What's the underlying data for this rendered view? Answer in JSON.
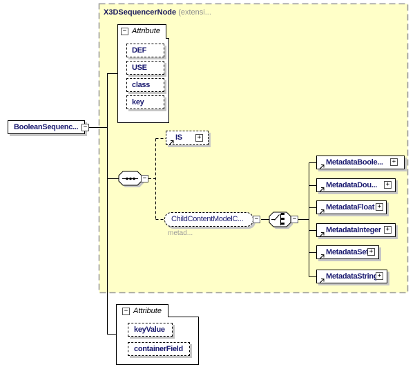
{
  "header": {
    "name": "X3DSequencerNode",
    "suffix": "(extensi..."
  },
  "root_element": {
    "label": "BooleanSequenc..."
  },
  "attribute_group_top": {
    "label": "Attribute",
    "attributes": [
      "DEF",
      "USE",
      "class",
      "key"
    ]
  },
  "is_element": {
    "label": "IS"
  },
  "child_content_model": {
    "label": "ChildContentModelC...",
    "annotation": "metad..."
  },
  "metadata_elements": [
    "MetadataBoole...",
    "MetadataDou...",
    "MetadataFloat",
    "MetadataInteger",
    "MetadataSet",
    "MetadataString"
  ],
  "attribute_group_bottom": {
    "label": "Attribute",
    "attributes": [
      "keyValue",
      "containerField"
    ]
  },
  "icons": {
    "collapse": "−",
    "expand": "+"
  },
  "colors": {
    "container_fill": "#FFFFC8",
    "element_text": "#1a1a70",
    "muted_text": "#9a9a9a",
    "line": "#000000"
  }
}
